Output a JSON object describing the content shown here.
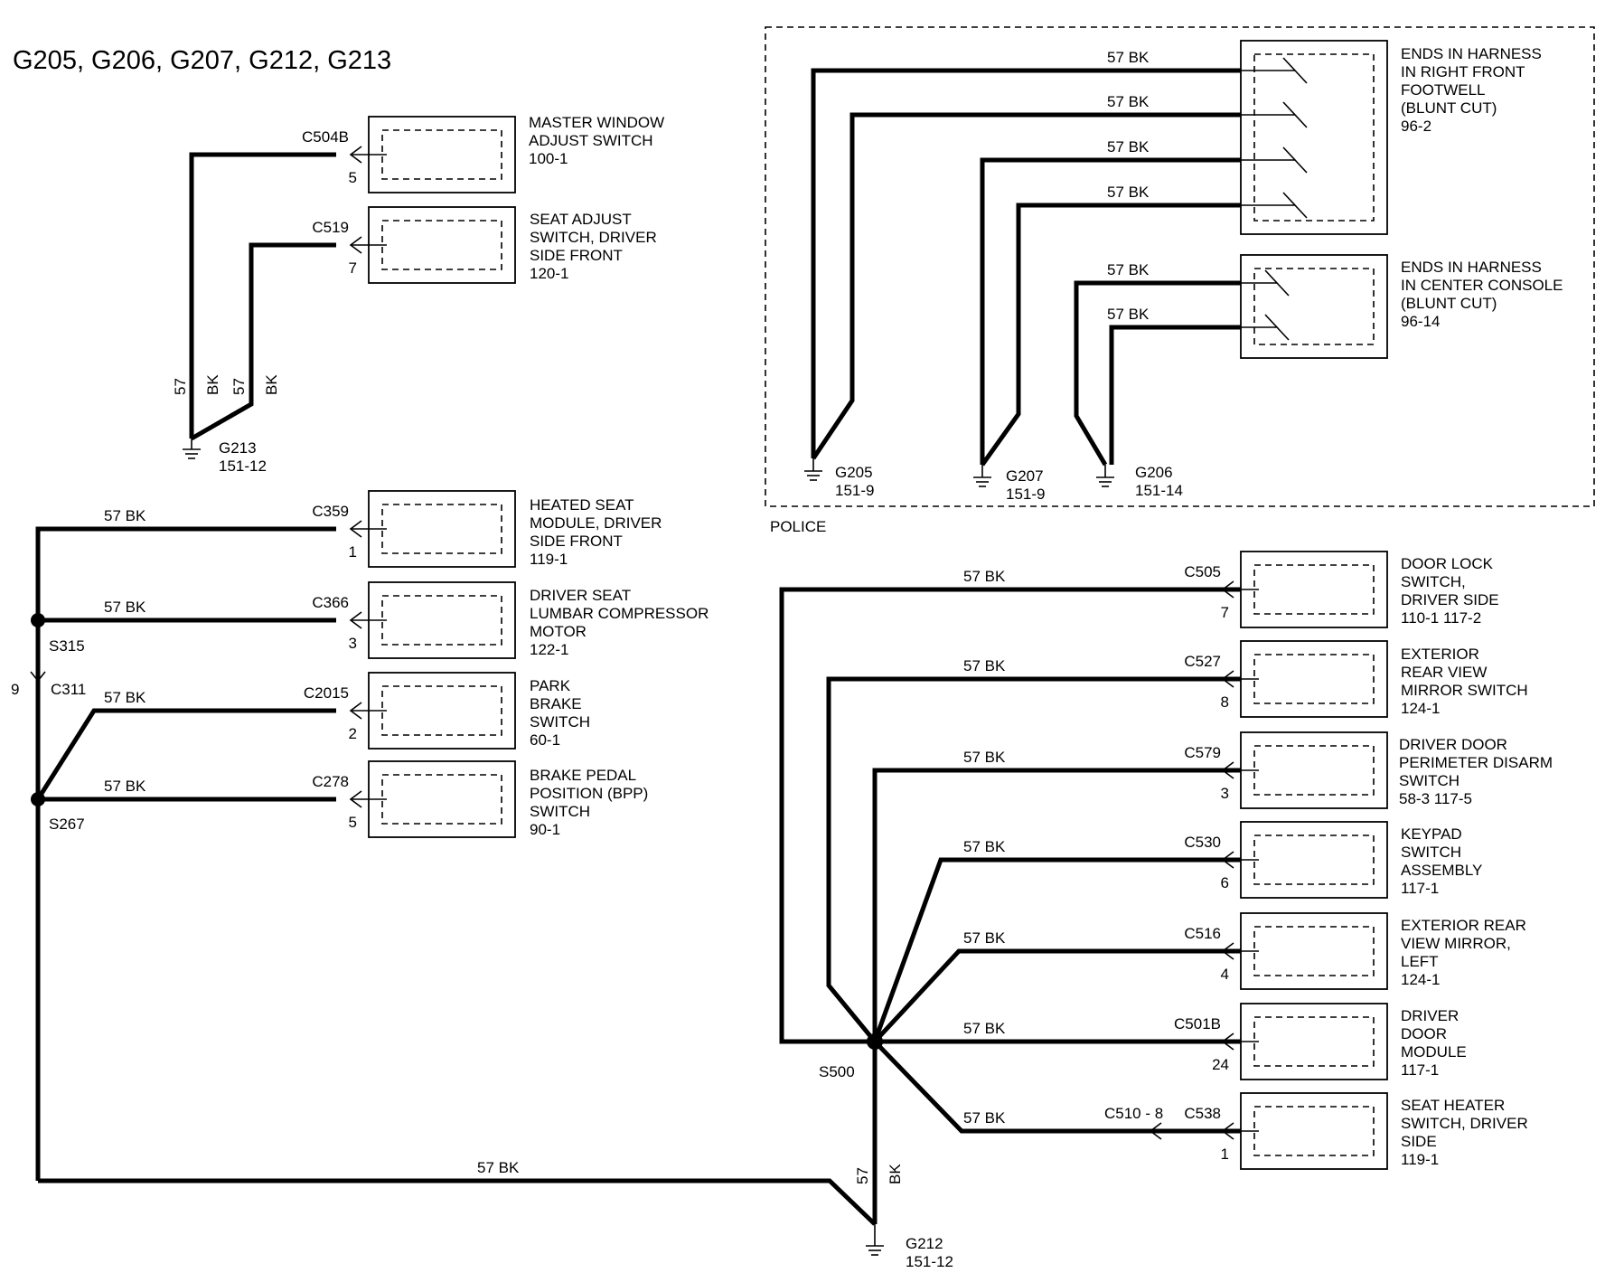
{
  "title": "G205, G206, G207, G212, G213",
  "wire_color_code": "57 BK",
  "wire_id": "57",
  "wire_color": "BK",
  "police_label": "POLICE",
  "grounds": {
    "g213": {
      "name": "G213",
      "ref": "151-12"
    },
    "g205": {
      "name": "G205",
      "ref": "151-9"
    },
    "g207": {
      "name": "G207",
      "ref": "151-9"
    },
    "g206": {
      "name": "G206",
      "ref": "151-14"
    },
    "g212": {
      "name": "G212",
      "ref": "151-12"
    }
  },
  "splices": {
    "s315": "S315",
    "s267": "S267",
    "s500": "S500"
  },
  "inline_connector": {
    "name": "C311",
    "pin": "9"
  },
  "inline_connector_2": "C510  -  8",
  "components": {
    "master_window": {
      "connector": "C504B",
      "pin": "5",
      "lines": [
        "MASTER WINDOW",
        "ADJUST  SWITCH",
        "100-1"
      ]
    },
    "seat_adjust": {
      "connector": "C519",
      "pin": "7",
      "lines": [
        "SEAT ADJUST",
        "SWITCH, DRIVER",
        "SIDE FRONT",
        "120-1"
      ]
    },
    "heated_seat": {
      "connector": "C359",
      "pin": "1",
      "lines": [
        "HEATED SEAT",
        "MODULE, DRIVER",
        "SIDE FRONT",
        "119-1"
      ]
    },
    "lumbar": {
      "connector": "C366",
      "pin": "3",
      "lines": [
        "DRIVER SEAT",
        "LUMBAR COMPRESSOR",
        "MOTOR",
        "122-1"
      ]
    },
    "park_brake": {
      "connector": "C2015",
      "pin": "2",
      "lines": [
        "PARK",
        "BRAKE",
        "SWITCH",
        "60-1"
      ]
    },
    "bpp": {
      "connector": "C278",
      "pin": "5",
      "lines": [
        "BRAKE PEDAL",
        "POSITION (BPP)",
        "SWITCH",
        "90-1"
      ]
    },
    "rf_footwell": {
      "lines": [
        "ENDS IN HARNESS",
        "IN RIGHT FRONT",
        "FOOTWELL",
        "(BLUNT CUT)",
        "96-2"
      ]
    },
    "center_console": {
      "lines": [
        "ENDS IN HARNESS",
        "IN CENTER CONSOLE",
        "(BLUNT CUT)",
        "96-14"
      ]
    },
    "door_lock": {
      "connector": "C505",
      "pin": "7",
      "lines": [
        "DOOR LOCK",
        "SWITCH,",
        "DRIVER SIDE",
        "110-1      117-2"
      ]
    },
    "ext_mirror_switch": {
      "connector": "C527",
      "pin": "8",
      "lines": [
        "EXTERIOR",
        "REAR VIEW",
        "MIRROR SWITCH",
        "124-1"
      ]
    },
    "perimeter_disarm": {
      "connector": "C579",
      "pin": "3",
      "lines": [
        "DRIVER DOOR",
        "PERIMETER DISARM",
        "SWITCH",
        "58-3      117-5"
      ]
    },
    "keypad": {
      "connector": "C530",
      "pin": "6",
      "lines": [
        "KEYPAD",
        "SWITCH",
        "ASSEMBLY",
        "117-1"
      ]
    },
    "ext_mirror_left": {
      "connector": "C516",
      "pin": "4",
      "lines": [
        "EXTERIOR REAR",
        "VIEW MIRROR,",
        "LEFT",
        "124-1"
      ]
    },
    "door_module": {
      "connector": "C501B",
      "pin": "24",
      "lines": [
        "DRIVER",
        "DOOR",
        "MODULE",
        "117-1"
      ]
    },
    "seat_heater_switch": {
      "connector": "C538",
      "pin": "1",
      "lines": [
        "SEAT HEATER",
        "SWITCH, DRIVER",
        "SIDE",
        "119-1"
      ]
    }
  }
}
